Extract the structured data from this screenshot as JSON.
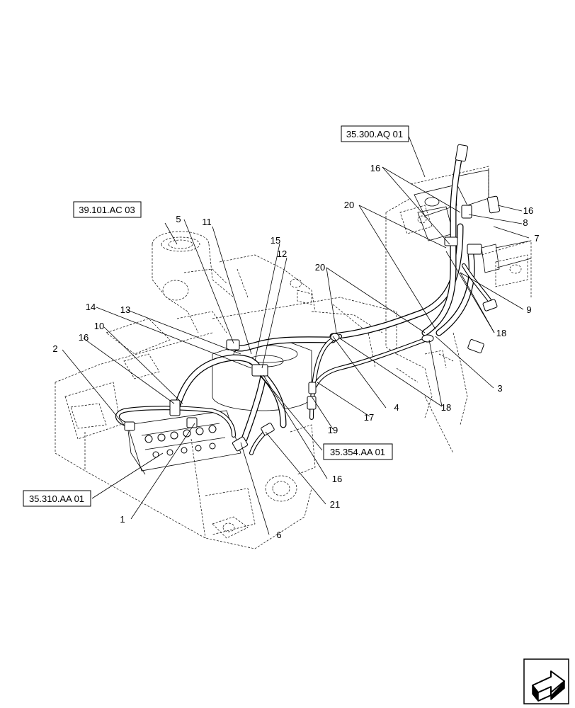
{
  "references": [
    {
      "id": "ref-35300aq01",
      "label": "35.300.AQ 01"
    },
    {
      "id": "ref-39101ac03",
      "label": "39.101.AC 03"
    },
    {
      "id": "ref-35354aa01",
      "label": "35.354.AA 01"
    },
    {
      "id": "ref-35310aa01",
      "label": "35.310.AA 01"
    }
  ],
  "part_numbers": [
    {
      "id": "p16a",
      "label": "16"
    },
    {
      "id": "p16b",
      "label": "16"
    },
    {
      "id": "p8",
      "label": "8"
    },
    {
      "id": "p7",
      "label": "7"
    },
    {
      "id": "p20a",
      "label": "20"
    },
    {
      "id": "p20b",
      "label": "20"
    },
    {
      "id": "p9",
      "label": "9"
    },
    {
      "id": "p18a",
      "label": "18"
    },
    {
      "id": "p18b",
      "label": "18"
    },
    {
      "id": "p3",
      "label": "3"
    },
    {
      "id": "p4",
      "label": "4"
    },
    {
      "id": "p17",
      "label": "17"
    },
    {
      "id": "p19",
      "label": "19"
    },
    {
      "id": "p5",
      "label": "5"
    },
    {
      "id": "p11",
      "label": "11"
    },
    {
      "id": "p15",
      "label": "15"
    },
    {
      "id": "p12",
      "label": "12"
    },
    {
      "id": "p14",
      "label": "14"
    },
    {
      "id": "p13",
      "label": "13"
    },
    {
      "id": "p10",
      "label": "10"
    },
    {
      "id": "p16c",
      "label": "16"
    },
    {
      "id": "p2",
      "label": "2"
    },
    {
      "id": "p16d",
      "label": "16"
    },
    {
      "id": "p21",
      "label": "21"
    },
    {
      "id": "p6",
      "label": "6"
    },
    {
      "id": "p1",
      "label": "1"
    }
  ],
  "nav": {
    "icon": "next-page-arrow-icon"
  }
}
